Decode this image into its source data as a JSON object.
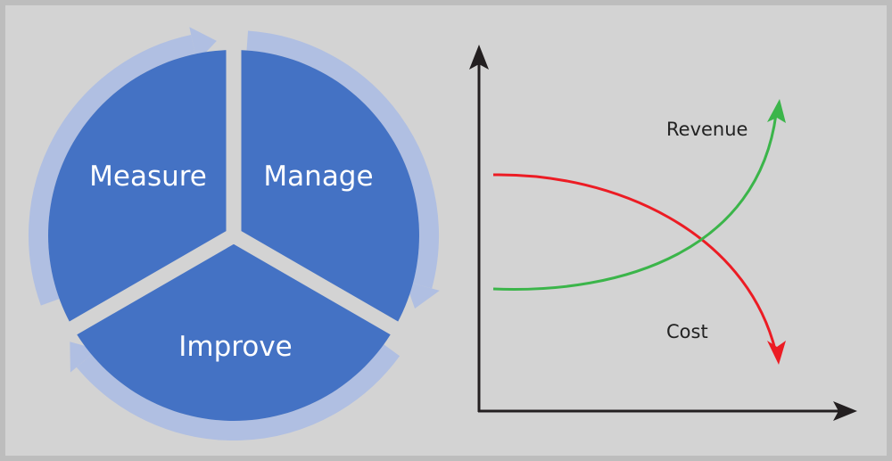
{
  "cycle": {
    "segments": [
      {
        "label": "Measure"
      },
      {
        "label": "Manage"
      },
      {
        "label": "Improve"
      }
    ],
    "colors": {
      "fill": "#4472c4",
      "ring": "#b0bfe2",
      "gap": "#d3d3d3"
    }
  },
  "graph": {
    "curves": [
      {
        "label": "Revenue",
        "color": "#3bb54a",
        "trend": "rising"
      },
      {
        "label": "Cost",
        "color": "#ec1c24",
        "trend": "falling"
      }
    ],
    "axis_color": "#231f20"
  }
}
